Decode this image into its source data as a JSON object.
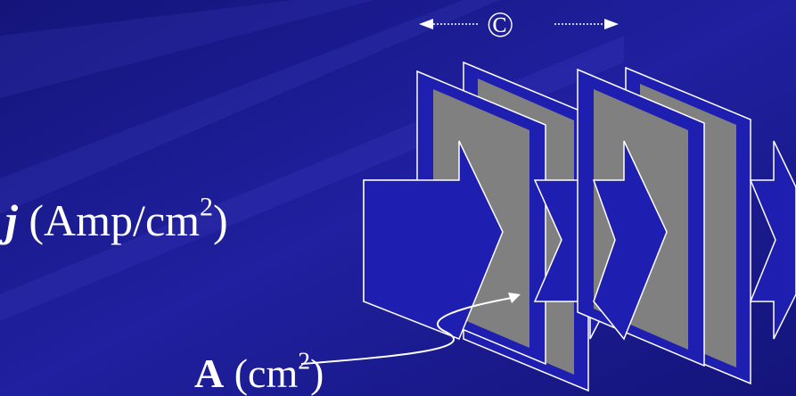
{
  "current_density": {
    "symbol": "j",
    "unit": "(Amp/cm",
    "exponent": "2",
    "close": ")"
  },
  "area": {
    "symbol": "A",
    "unit": "(cm",
    "exponent": "2",
    "close": ")"
  },
  "capacitance_symbol": "©",
  "colors": {
    "background": "#1a1a8a",
    "plate_fill": "#1e1eb0",
    "plate_inner": "#808080",
    "outline": "#ffffff"
  }
}
